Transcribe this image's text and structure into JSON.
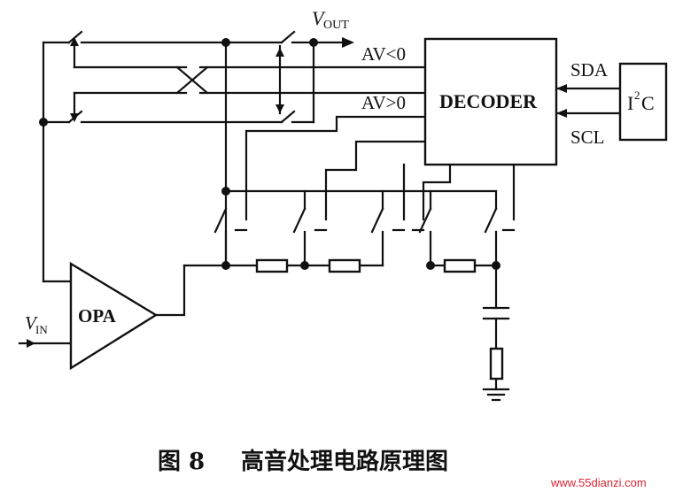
{
  "labels": {
    "vout_v": "V",
    "vout_sub": "OUT",
    "av_lt": "AV<0",
    "av_gt": "AV>0",
    "sda": "SDA",
    "scl": "SCL",
    "i2c_i": "I",
    "i2c_sup": "2",
    "i2c_c": "C",
    "vin_v": "V",
    "vin_sub": "IN",
    "decoder": "DECODER",
    "opa": "OPA"
  },
  "caption": {
    "figure": "图 8",
    "title": "高音处理电路原理图"
  },
  "watermark": "www.55dianzi.com"
}
